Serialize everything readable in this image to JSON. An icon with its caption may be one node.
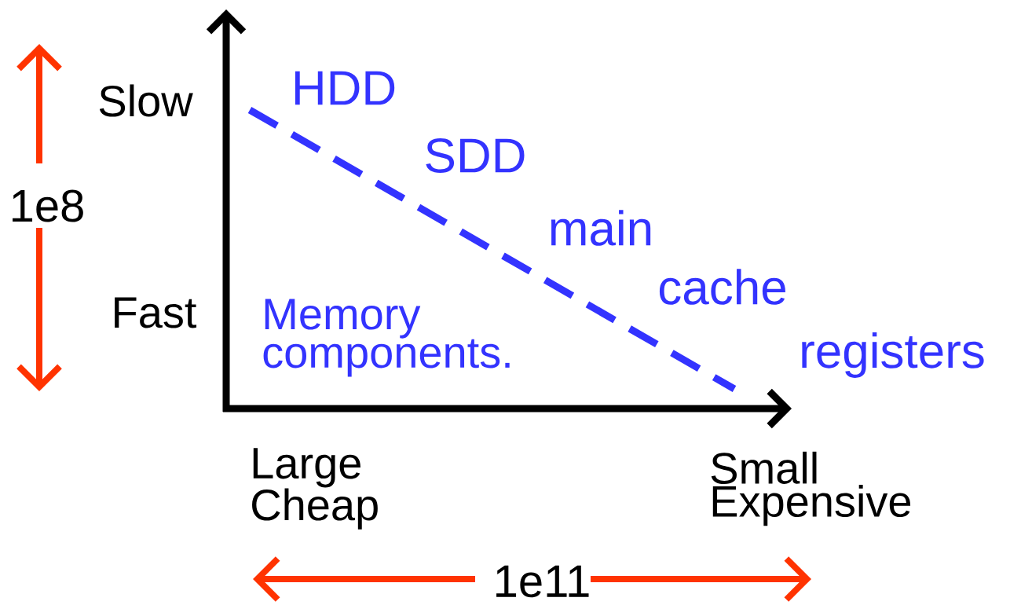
{
  "diagram": {
    "labels": [
      "Slow",
      "HDD",
      "1e8",
      "SDD",
      "main",
      "cache",
      "Fast",
      "Memory components.",
      "registers",
      "Large Cheap",
      "Small Expensive",
      "1e11"
    ]
  }
}
